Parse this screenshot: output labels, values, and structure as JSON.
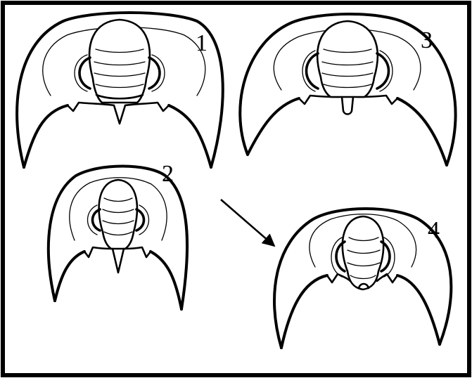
{
  "figure": {
    "labels": [
      "1",
      "2",
      "3",
      "4"
    ],
    "colors": {
      "ink": "#000000",
      "paper": "#ffffff"
    }
  }
}
